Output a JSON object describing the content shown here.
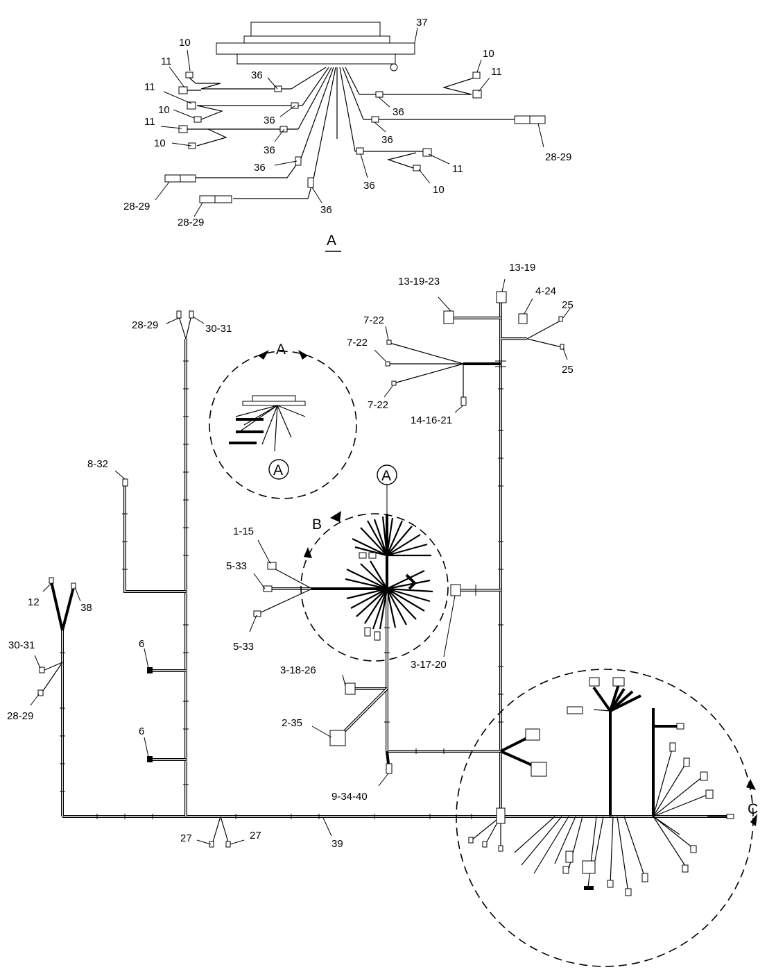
{
  "views": {
    "detail_a": {
      "letter": "A"
    },
    "detail_b": {
      "letter": "B"
    },
    "detail_c": {
      "letter": "C"
    },
    "ref_a_1": "A",
    "ref_a_2": "A"
  },
  "callouts": {
    "c37": "37",
    "c36": "36",
    "c10": "10",
    "c11": "11",
    "c28_29": "28-29",
    "c30_31": "30-31",
    "c13_19_23": "13-19-23",
    "c13_19": "13-19",
    "c4_24": "4-24",
    "c25": "25",
    "c7_22": "7-22",
    "c14_16_21": "14-16-21",
    "c8_32": "8-32",
    "c1_15": "1-15",
    "c5_33": "5-33",
    "c12": "12",
    "c38": "38",
    "c6": "6",
    "c3_17_20": "3-17-20",
    "c3_18_26": "3-18-26",
    "c2_35": "2-35",
    "c9_34_40": "9-34-40",
    "c27": "27",
    "c39": "39"
  }
}
